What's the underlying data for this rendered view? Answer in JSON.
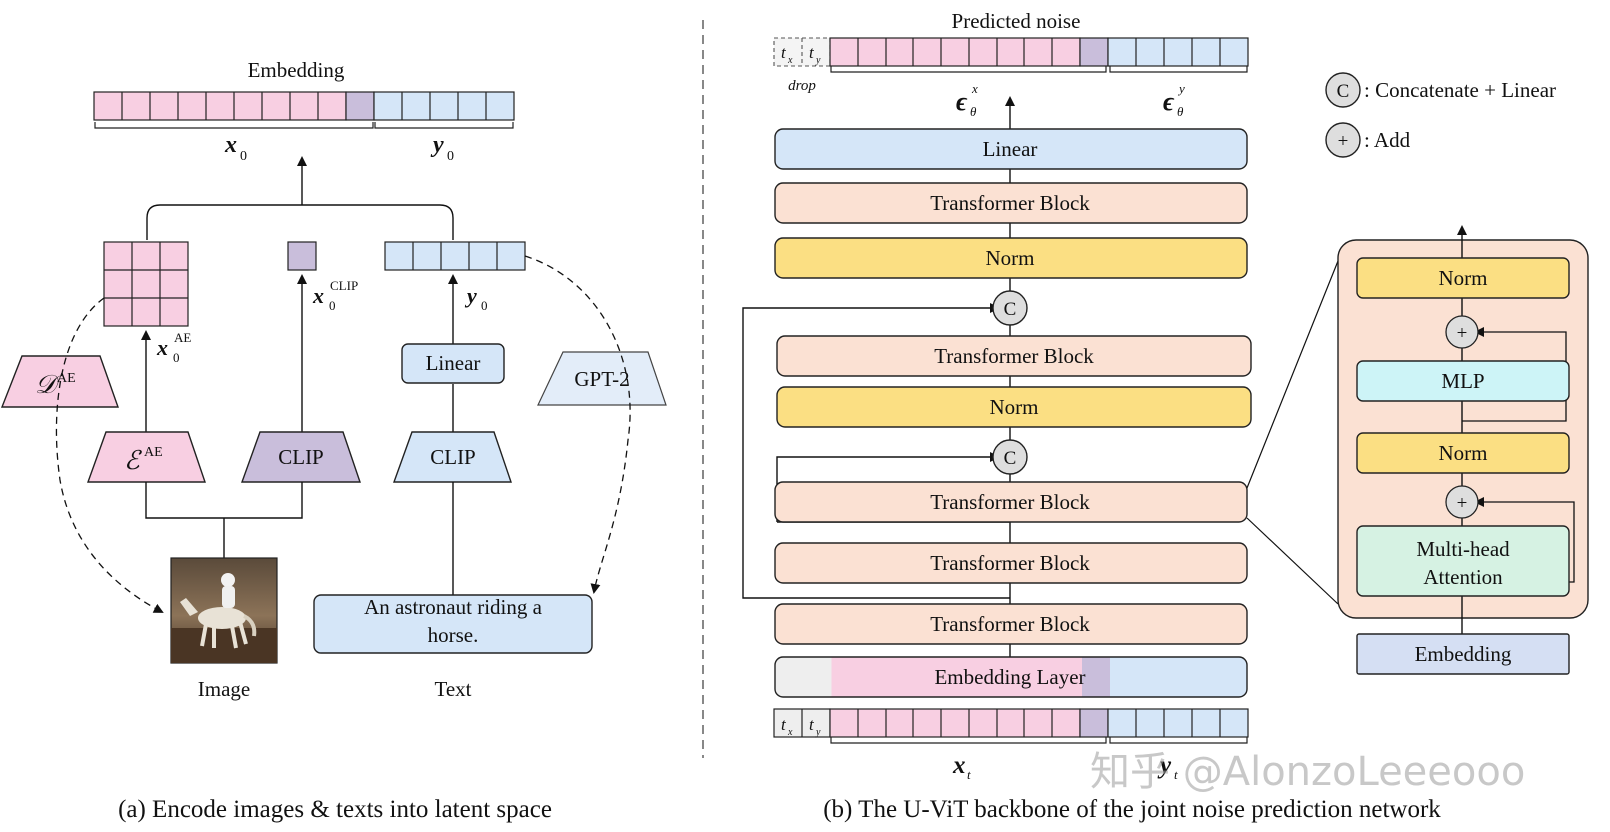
{
  "colors": {
    "pink": "#f8cfe2",
    "purple": "#c9bedb",
    "blue": "#d5e6f8",
    "peach": "#fbe1d3",
    "yellow": "#fbdf83",
    "cyan": "#cdf4f7",
    "mint": "#d6f2e3",
    "lavender": "#d5dff3",
    "gray": "#e8e8e8",
    "stroke": "#222222"
  },
  "panel_a": {
    "embedding_title": "Embedding",
    "x0": "x",
    "y0": "y",
    "sub0": "0",
    "x0_ae_sup": "AE",
    "x0_clip_sup": "CLIP",
    "decoder_sup": "AE",
    "encoder_sup": "AE",
    "clip_image": "CLIP",
    "clip_text": "CLIP",
    "linear": "Linear",
    "gpt2": "GPT-2",
    "text_input_line1": "An astronaut riding a",
    "text_input_line2": "horse.",
    "image_label": "Image",
    "text_label": "Text",
    "caption": "(a) Encode images & texts into latent space"
  },
  "panel_b": {
    "predicted_noise": "Predicted noise",
    "tx_t": "t",
    "tx_sub": "x",
    "ty_sub": "y",
    "drop": "drop",
    "eps": "ϵ",
    "theta": "θ",
    "eps_x_sup": "x",
    "eps_y_sup": "y",
    "linear": "Linear",
    "transformer_block": "Transformer Block",
    "norm": "Norm",
    "concat_symbol": "C",
    "add_symbol": "+",
    "embedding_layer": "Embedding Layer",
    "xt": "x",
    "yt": "y",
    "t_sub": "t",
    "caption": "(b) The U-ViT backbone of the joint noise prediction network"
  },
  "legend": {
    "concat": ": Concatenate + Linear",
    "add": ": Add"
  },
  "detail": {
    "norm": "Norm",
    "mlp": "MLP",
    "mha_line1": "Multi-head",
    "mha_line2": "Attention",
    "embedding": "Embedding"
  },
  "watermark": "知乎 @AlonzoLeeeooo"
}
